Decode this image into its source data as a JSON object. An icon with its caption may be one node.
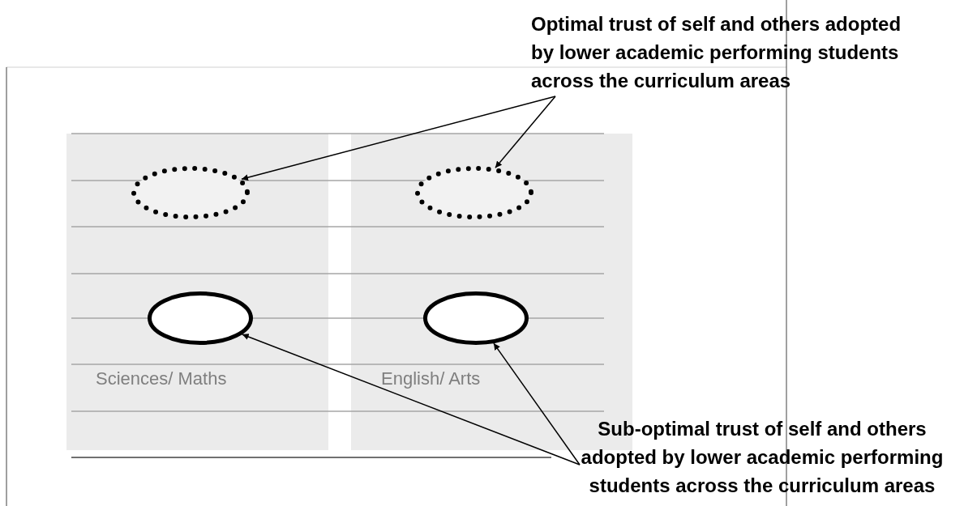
{
  "diagram": {
    "nodes": [
      {
        "text": [
          "Optimal trust of self and others adopted by lower academic performing students across the curriculum areas"
        ]
      },
      {
        "text": [
          "Sciences/ Maths"
        ]
      },
      {
        "text": [
          "English/ Arts"
        ]
      },
      {
        "text": [],
        "shape": "ellipse",
        "in": 1
      },
      {
        "text": [],
        "shape": "ellipse",
        "in": 2
      },
      {
        "text": [],
        "shape": "ellipse",
        "in": 1
      },
      {
        "text": [],
        "shape": "ellipse",
        "in": 2
      },
      {
        "text": [
          "Sub-optimal trust of self and others adopted by lower academic performing students across the curriculum areas"
        ]
      }
    ],
    "edges": [
      {
        "from": 0,
        "to": 3,
        "arrow": "to"
      },
      {
        "from": 0,
        "to": 4,
        "arrow": "to"
      },
      {
        "from": 7,
        "to": 5,
        "arrow": "to"
      },
      {
        "from": 7,
        "to": 6,
        "arrow": "to"
      }
    ]
  }
}
